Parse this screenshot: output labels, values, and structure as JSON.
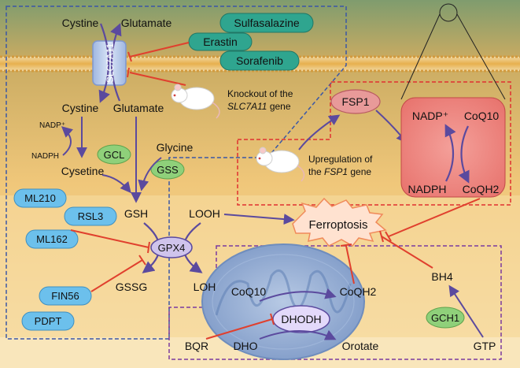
{
  "labels": {
    "cystine_out": "Cystine",
    "glutamate_out": "Glutamate",
    "slc7a11": "SLC7A11",
    "cystine_in": "Cystine",
    "glutamate_in": "Glutamate",
    "nadp_left": "NADP⁺",
    "nadph_left": "NADPH",
    "cysteine": "Cysetine",
    "glycine": "Glycine",
    "gsh": "GSH",
    "looh": "LOOH",
    "gpx4": "GPX4",
    "gssg": "GSSG",
    "loh": "LOH",
    "ferroptosis": "Ferroptosis",
    "fsp1": "FSP1",
    "nadp_right": "NADP⁺",
    "coq10_right": "CoQ10",
    "nadph_right": "NADPH",
    "coqh2_right": "CoQH2",
    "coq10_mito": "CoQ10",
    "coqh2_mito": "CoQH2",
    "dhodh": "DHODH",
    "dho": "DHO",
    "orotate": "Orotate",
    "bqr": "BQR",
    "bh4": "BH4",
    "gtp": "GTP",
    "ko_line1": "Knockout of the",
    "ko_line2": "SLC7A11",
    "ko_line2b": " gene",
    "up_line1": "Upregulation of",
    "up_line2a": "the ",
    "up_line2": "FSP1",
    "up_line2b": " gene"
  },
  "drugs": {
    "sulfasalazine": "Sulfasalazine",
    "erastin": "Erastin",
    "sorafenib": "Sorafenib"
  },
  "enzymes": {
    "gcl": "GCL",
    "gss": "GSS",
    "gch1": "GCH1"
  },
  "inhibitors": {
    "ml210": "ML210",
    "rsl3": "RSL3",
    "ml162": "ML162",
    "fin56": "FIN56",
    "pdpt": "PDPT"
  },
  "colors": {
    "arrow": "#5b4a9e",
    "inhibit": "#e0402e",
    "drug_fill": "#2fa58f",
    "enzyme_fill": "#8fd07a",
    "inhibitor_fill": "#6cc0ec",
    "blue_dash": "#3a57a6",
    "red_dash": "#e03030",
    "purple_dash": "#7a3aa0"
  }
}
